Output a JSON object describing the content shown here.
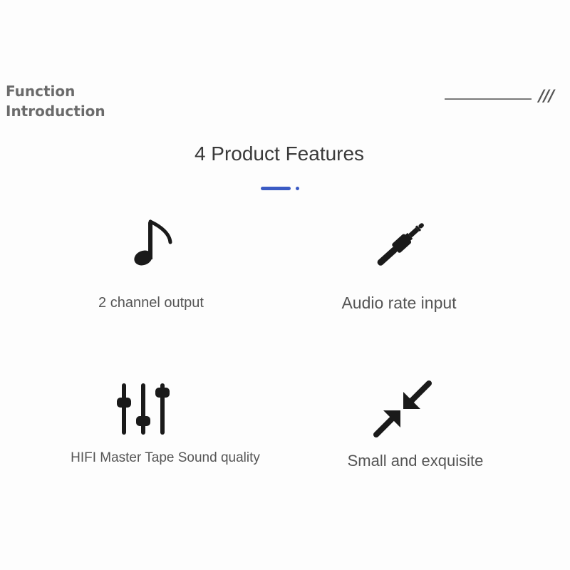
{
  "section": {
    "label_line1": "Function",
    "label_line2": "Introduction",
    "decoration": "///"
  },
  "title": "4 Product Features",
  "features": [
    {
      "label": "2 channel output",
      "icon": "music-note-icon"
    },
    {
      "label": "Audio rate input",
      "icon": "audio-jack-icon"
    },
    {
      "label": "HIFI Master Tape Sound quality",
      "icon": "equalizer-sliders-icon"
    },
    {
      "label": "Small and exquisite",
      "icon": "compress-arrows-icon"
    }
  ],
  "colors": {
    "accent": "#3b5bc4",
    "text": "#555555",
    "icon": "#1a1a1a"
  }
}
